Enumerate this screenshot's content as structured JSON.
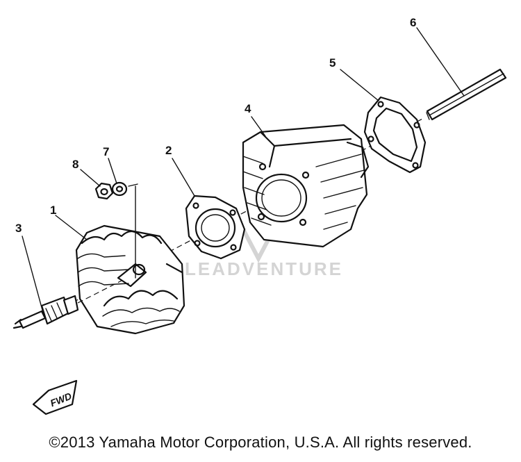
{
  "diagram": {
    "callouts": [
      "1",
      "2",
      "3",
      "4",
      "5",
      "6",
      "7",
      "8"
    ],
    "fwd_label": "FWD",
    "watermark": "LEADVENTURE",
    "copyright": "©2013 Yamaha Motor Corporation, U.S.A. All rights reserved."
  },
  "colors": {
    "ink": "#111111",
    "watermark": "#d4d4d4",
    "background": "#ffffff"
  }
}
